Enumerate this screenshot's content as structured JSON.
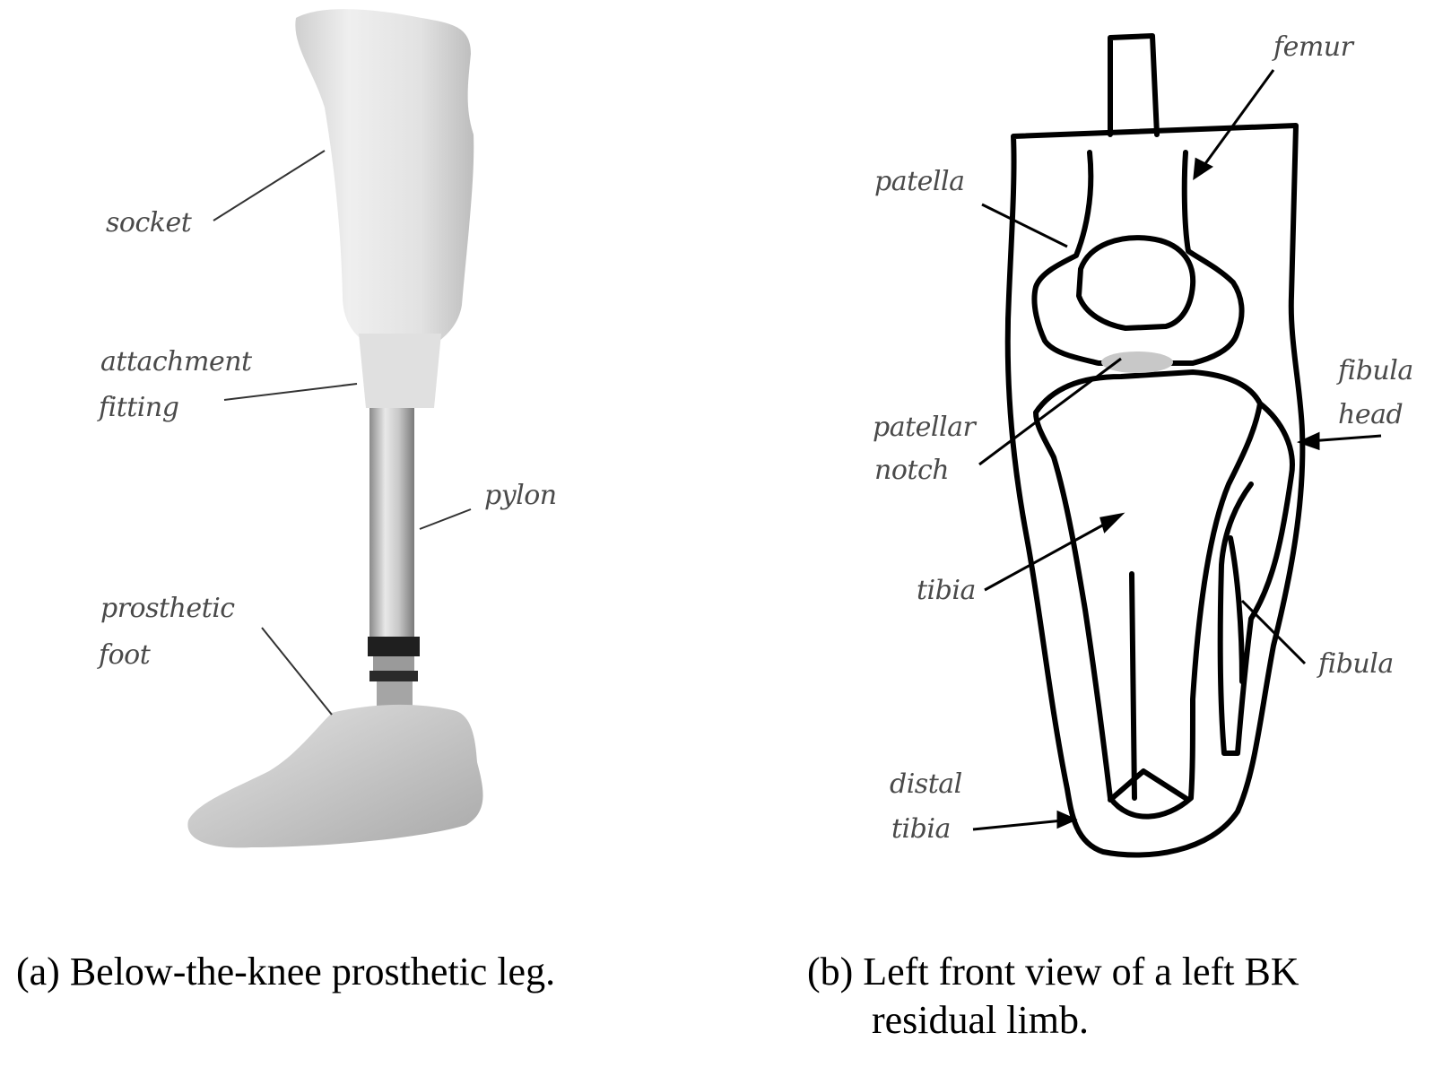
{
  "figure_a": {
    "labels": {
      "socket": "socket",
      "attachment_fitting_1": "attachment",
      "attachment_fitting_2": "fitting",
      "pylon": "pylon",
      "prosthetic_foot_1": "prosthetic",
      "prosthetic_foot_2": "foot"
    },
    "caption": "(a) Below-the-knee prosthetic leg."
  },
  "figure_b": {
    "labels": {
      "femur": "femur",
      "patella": "patella",
      "patellar_notch_1": "patellar",
      "patellar_notch_2": "notch",
      "fibula_head_1": "fibula",
      "fibula_head_2": "head",
      "tibia": "tibia",
      "fibula": "fibula",
      "distal_tibia_1": "distal",
      "distal_tibia_2": "tibia"
    },
    "caption_line1": "(b) Left front view of a left BK",
    "caption_line2": "residual limb."
  },
  "colors": {
    "background": "#ffffff",
    "prosthesis_gray": "#d6d6d6",
    "label_gray": "#4a4a4a",
    "outline": "#000000",
    "notch_fill": "#c8c8c8"
  }
}
